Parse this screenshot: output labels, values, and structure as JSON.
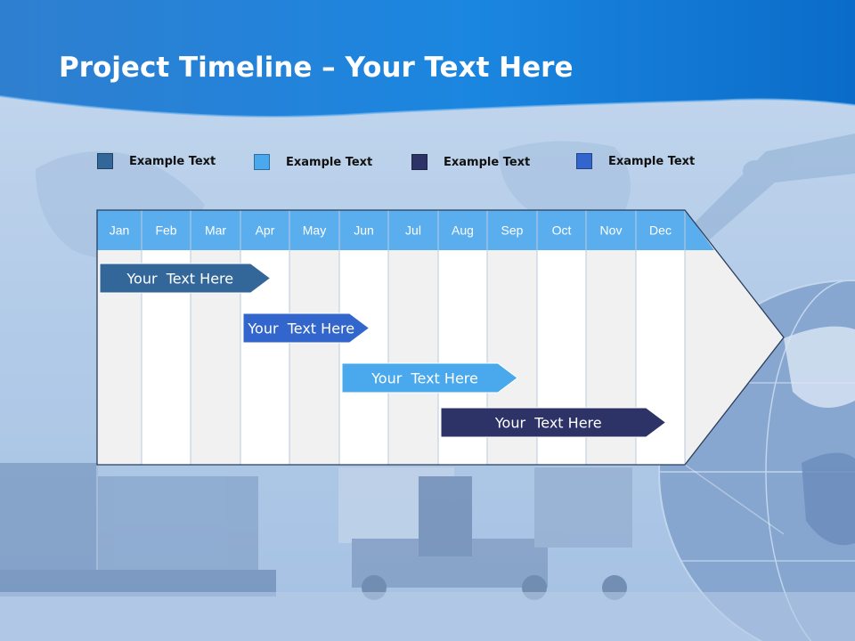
{
  "slide": {
    "title_bold": "Project Timeline",
    "title_rest": " – Your Text Here"
  },
  "legend": [
    {
      "label": "Example Text",
      "color": "#336699"
    },
    {
      "label": "Example Text",
      "color": "#4aa8ec"
    },
    {
      "label": "Example Text",
      "color": "#2d3366"
    },
    {
      "label": "Example Text",
      "color": "#3366cc"
    }
  ],
  "timeline": {
    "months": [
      "Jan",
      "Feb",
      "Mar",
      "Apr",
      "May",
      "Jun",
      "Jul",
      "Aug",
      "Sep",
      "Oct",
      "Nov",
      "Dec"
    ],
    "tasks": [
      {
        "label": "Your  Text Here",
        "start": "Jan",
        "end": "Apr",
        "color": "#336699"
      },
      {
        "label": "Your  Text Here",
        "start": "Apr",
        "end": "Jun",
        "color": "#3366cc"
      },
      {
        "label": "Your  Text Here",
        "start": "Jun",
        "end": "Sep",
        "color": "#4aa8ec"
      },
      {
        "label": "Your  Text Here",
        "start": "Aug",
        "end": "Dec",
        "color": "#2d3366"
      }
    ]
  }
}
